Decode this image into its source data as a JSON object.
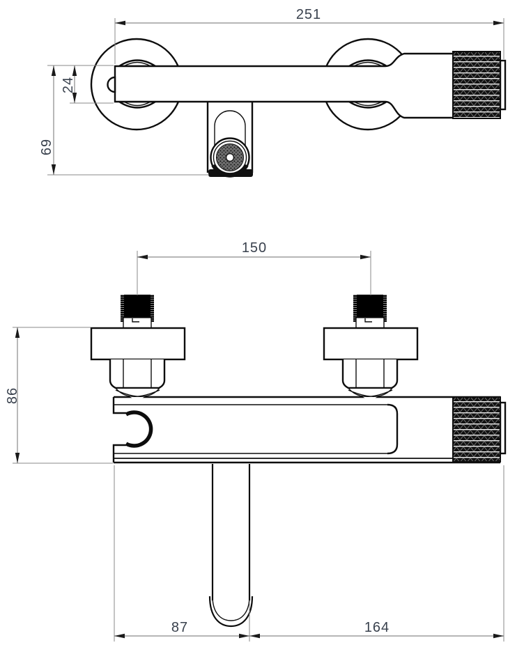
{
  "drawing": {
    "kind": "faucet technical drawing, two orthographic views",
    "colors": {
      "background": "#ffffff",
      "line": "#0d0d0d",
      "dimension_line": "#8a8a8a",
      "dimension_text": "#39414d"
    },
    "dims": {
      "overall_length": "251",
      "body_height": "24",
      "spout_drop": "69",
      "inlet_spacing": "150",
      "overall_height": "86",
      "spout_offset": "87",
      "handle_offset": "164"
    },
    "views": {
      "top": {
        "dimension_keys": [
          "overall_length",
          "body_height",
          "spout_drop"
        ]
      },
      "front": {
        "dimension_keys": [
          "inlet_spacing",
          "overall_height",
          "spout_offset",
          "handle_offset"
        ]
      }
    }
  }
}
